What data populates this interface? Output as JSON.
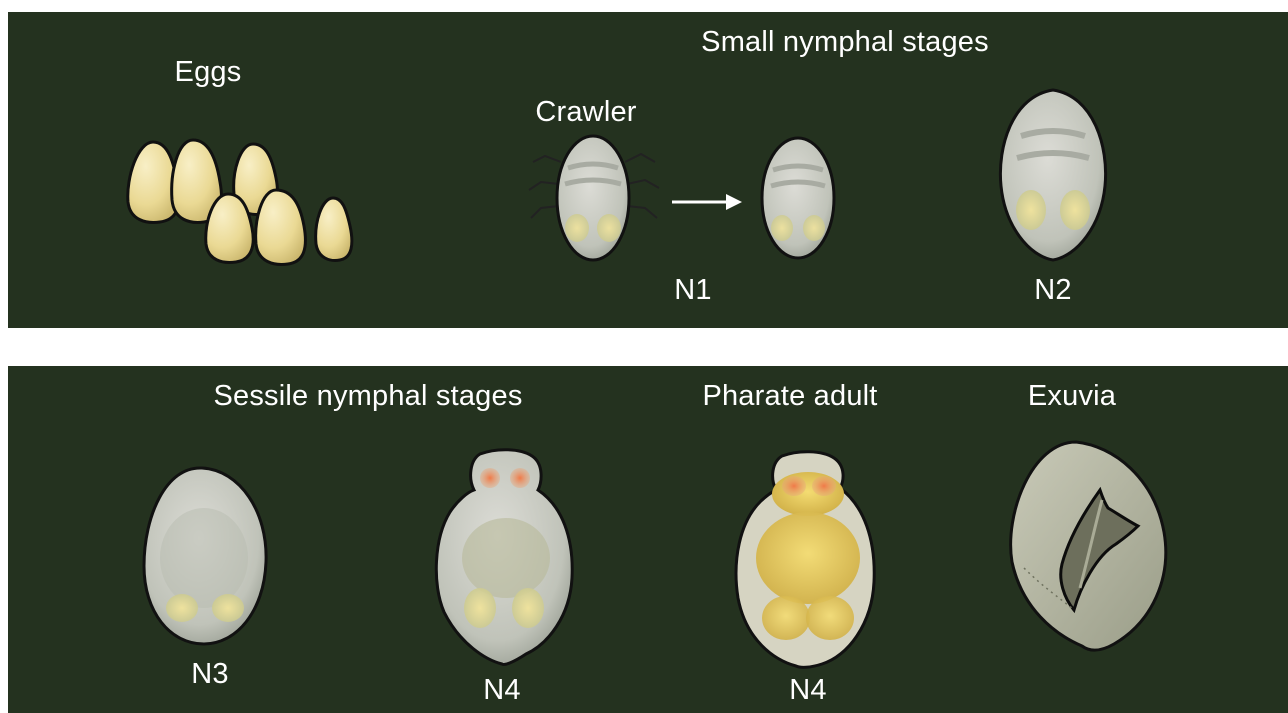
{
  "panels": {
    "top": {
      "eggs_label": "Eggs",
      "small_nymphal_label": "Small nymphal stages",
      "crawler_label": "Crawler",
      "n1_label": "N1",
      "n2_label": "N2"
    },
    "bottom": {
      "sessile_label": "Sessile nymphal stages",
      "pharate_label": "Pharate adult",
      "exuvia_label": "Exuvia",
      "n3_label": "N3",
      "n4_sessile_label": "N4",
      "n4_pharate_label": "N4"
    }
  },
  "icons": [
    "egg-icon",
    "crawler-icon",
    "arrow-right-icon",
    "nymph-icon",
    "exuvia-icon"
  ],
  "colors": {
    "panel_bg": "#24321f",
    "text": "#ffffff",
    "egg_fill": "#efe0a2",
    "nymph_body": "#c9cbc2",
    "eye_spot": "#e8734a",
    "yellow_body": "#e6cc5c",
    "outline": "#0c0c0c"
  }
}
